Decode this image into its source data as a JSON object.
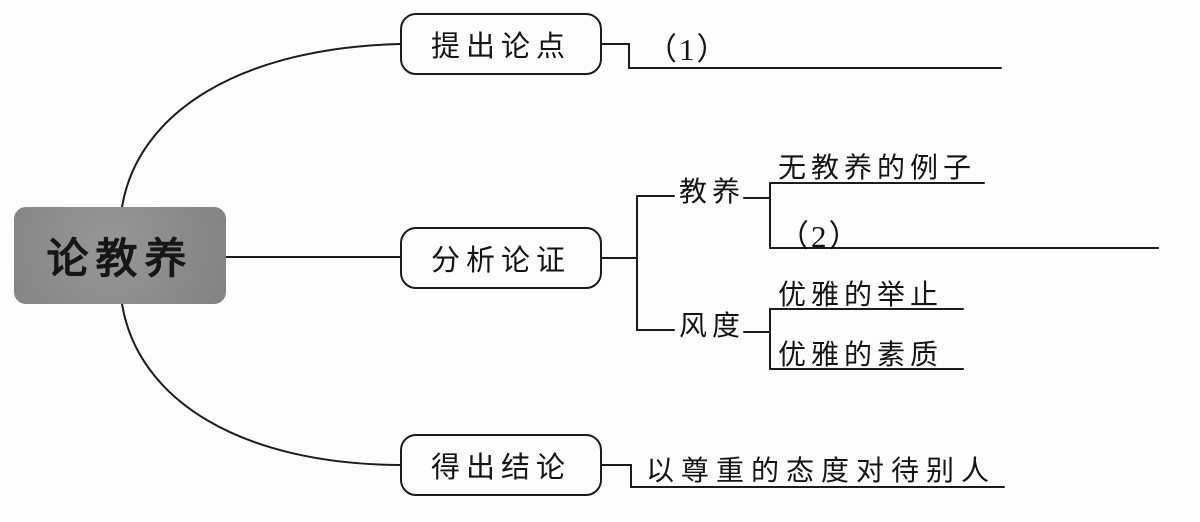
{
  "colors": {
    "root_bg": "#8d8d8d",
    "line": "#1c1c1c",
    "background": "#fdfdfb"
  },
  "root": {
    "label": "论教养"
  },
  "branches": {
    "top": {
      "label": "提出论点",
      "blank": "（1）"
    },
    "middle": {
      "label": "分析论证",
      "jiaoyang": {
        "label": "教养",
        "item1": "无教养的例子",
        "item2": "（2）"
      },
      "fengdu": {
        "label": "风度",
        "item1": "优雅的举止",
        "item2": "优雅的素质"
      }
    },
    "bottom": {
      "label": "得出结论",
      "answer": "以尊重的态度对待别人"
    }
  }
}
